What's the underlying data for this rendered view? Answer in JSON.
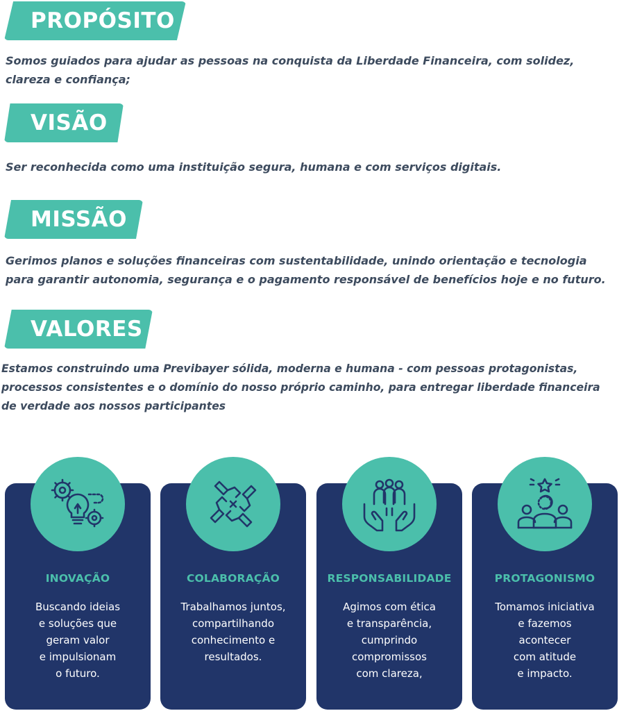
{
  "sections": [
    {
      "title": "PROPÓSITO",
      "lines": [
        "Somos guiados para ajudar as pessoas na conquista da Liberdade Financeira, com solidez,",
        "clareza e confiança;"
      ]
    },
    {
      "title": "VISÃO",
      "lines": [
        "Ser reconhecida como uma instituição segura, humana e com serviços digitais."
      ]
    },
    {
      "title": "MISSÃO",
      "lines": [
        "Gerimos planos e soluções financeiras com sustentabilidade, unindo orientação e tecnologia",
        "para garantir autonomia, segurança e o pagamento responsável de benefícios hoje e no futuro."
      ]
    },
    {
      "title": "VALORES",
      "lines": [
        "Estamos construindo uma Previbayer sólida, moderna e humana - com pessoas protagonistas,",
        "processos consistentes e o domínio do nosso próprio caminho, para entregar liberdade financeira",
        "de verdade aos nossos participantes"
      ]
    }
  ],
  "values": [
    {
      "icon": "lightbulb-gears-icon",
      "title": "INOVAÇÃO",
      "text": "Buscando ideias\ne soluções que\ngeram valor\ne impulsionam\no futuro."
    },
    {
      "icon": "joined-hands-icon",
      "title": "COLABORAÇÃO",
      "text": "Trabalhamos juntos,\ncompartilhando\nconhecimento e\nresultados."
    },
    {
      "icon": "hands-people-icon",
      "title": "RESPONSABILIDADE",
      "text": "Agimos com ética\ne transparência,\ncumprindo\ncompromissos\ncom clareza,"
    },
    {
      "icon": "leader-star-icon",
      "title": "PROTAGONISMO",
      "text": "Tomamos iniciativa\ne fazemos\nacontecer\ncom atitude\ne impacto."
    }
  ],
  "colors": {
    "accent": "#4bbfab",
    "card": "#213569",
    "text": "#3d4b5e"
  }
}
